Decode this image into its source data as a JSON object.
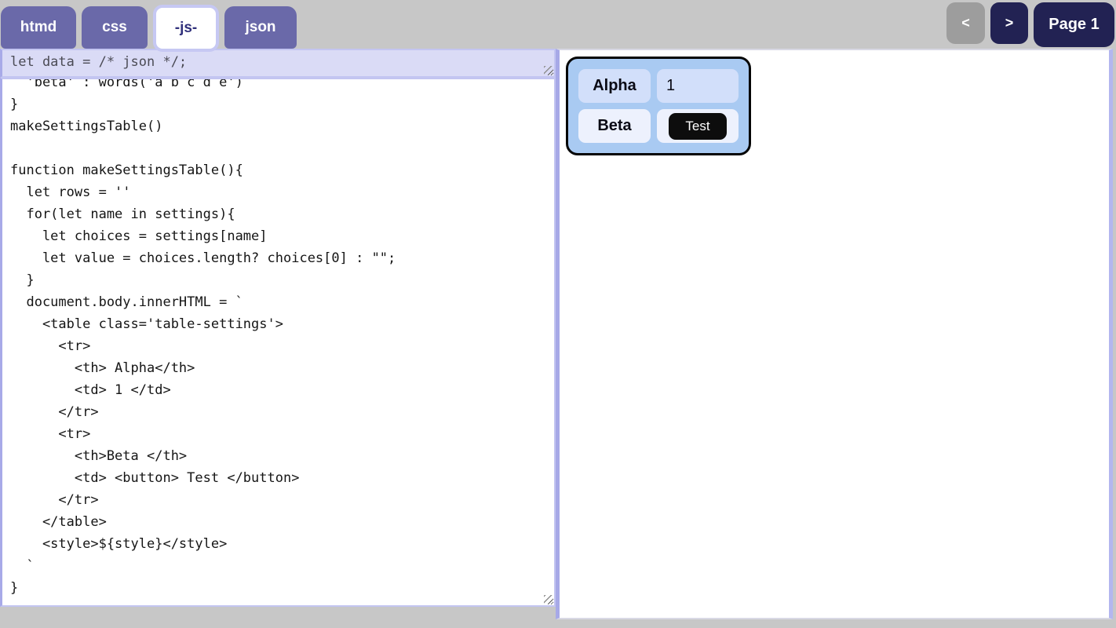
{
  "tabs": {
    "items": [
      {
        "label": "htmd",
        "active": false
      },
      {
        "label": "css",
        "active": false
      },
      {
        "label": "-js-",
        "active": true
      },
      {
        "label": "json",
        "active": false
      }
    ]
  },
  "pager": {
    "prev_label": "<",
    "next_label": ">",
    "page_label": "Page 1"
  },
  "editor": {
    "data_line": "let data = /* json */;",
    "code_lines": [
      "  'beta' : words('a b c d e')",
      "}",
      "makeSettingsTable()",
      "",
      "function makeSettingsTable(){",
      "  let rows = ''",
      "  for(let name in settings){",
      "    let choices = settings[name]",
      "    let value = choices.length? choices[0] : \"\";",
      "  }",
      "  document.body.innerHTML = `",
      "    <table class='table-settings'>",
      "      <tr>",
      "        <th> Alpha</th>",
      "        <td> 1 </td>",
      "      </tr>",
      "      <tr>",
      "        <th>Beta </th>",
      "        <td> <button> Test </button>",
      "      </tr>",
      "    </table>",
      "    <style>${style}</style>",
      "  `",
      "}"
    ]
  },
  "preview": {
    "table": {
      "row1": {
        "header": "Alpha",
        "value": "1"
      },
      "row2": {
        "header": "Beta",
        "button_label": "Test"
      }
    }
  },
  "colors": {
    "tab_purple": "#6a69a9",
    "active_tab_text": "#31317c",
    "active_tab_border": "#c6c8f3",
    "nav_navy": "#222253",
    "nav_gray": "#9d9d9d",
    "panel_border": "#a7a9e7",
    "data_editor_bg": "#dadbf6",
    "preview_table_bg": "#a9caf2",
    "preview_row_odd_bg": "#d2dffa",
    "preview_row_even_bg": "#edf1fd",
    "preview_button_bg": "#0d0d0d"
  }
}
